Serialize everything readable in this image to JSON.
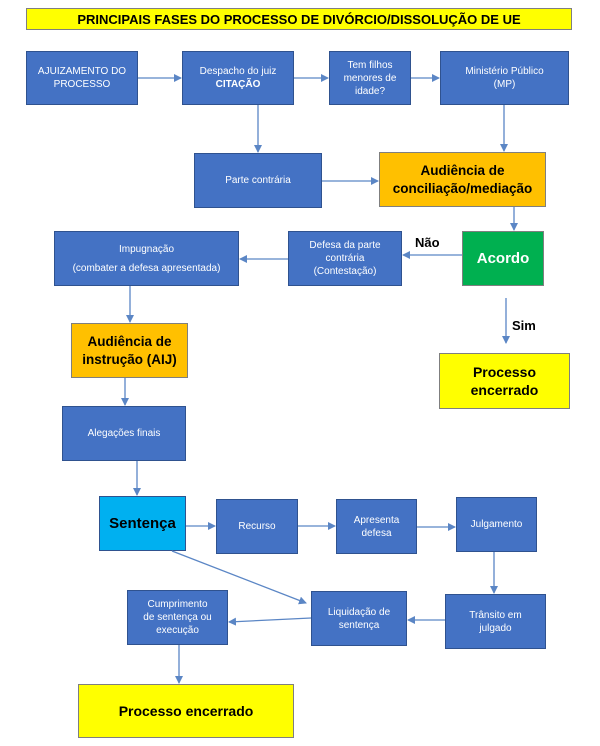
{
  "title": "PRINCIPAIS FASES DO PROCESSO DE DIVÓRCIO/DISSOLUÇÃO DE UE",
  "nodes": {
    "ajuizamento": {
      "line1": "AJUIZAMENTO DO",
      "line2": "PROCESSO"
    },
    "despacho": {
      "line1": "Despacho do juiz",
      "line2": "CITAÇÃO"
    },
    "filhos": {
      "line1": "Tem filhos",
      "line2": "menores de",
      "line3": "idade?"
    },
    "mp": {
      "line1": "Ministério Público",
      "line2": "(MP)"
    },
    "parte_contraria": {
      "line1": "Parte contrária"
    },
    "audiencia_conciliacao": {
      "line1": "Audiência de",
      "line2": "conciliação/mediação"
    },
    "acordo": {
      "line1": "Acordo"
    },
    "defesa": {
      "line1": "Defesa da parte",
      "line2": "contrária",
      "line3": "(Contestação)"
    },
    "impugnacao": {
      "line1": "Impugnação",
      "line2": "(combater a defesa apresentada)"
    },
    "audiencia_instrucao": {
      "line1": "Audiência de",
      "line2": "instrução (AIJ)"
    },
    "processo_encerrado_1": {
      "line1": "Processo",
      "line2": "encerrado"
    },
    "alegacoes": {
      "line1": "Alegações finais"
    },
    "sentenca": {
      "line1": "Sentença"
    },
    "recurso": {
      "line1": "Recurso"
    },
    "apresenta_defesa": {
      "line1": "Apresenta",
      "line2": "defesa"
    },
    "julgamento": {
      "line1": "Julgamento"
    },
    "transito": {
      "line1": "Trânsito em",
      "line2": "julgado"
    },
    "liquidacao": {
      "line1": "Liquidação de",
      "line2": "sentença"
    },
    "cumprimento": {
      "line1": "Cumprimento",
      "line2": "de sentença ou",
      "line3": "execução"
    },
    "processo_encerrado_2": {
      "line1": "Processo encerrado"
    }
  },
  "edge_labels": {
    "nao": "Não",
    "sim": "Sim"
  },
  "colors": {
    "process": "#4472c4",
    "highlight": "#ffc000",
    "agreement": "#00b050",
    "end": "#ffff00",
    "sentence": "#00b0f0",
    "arrow": "#5b86c5"
  }
}
